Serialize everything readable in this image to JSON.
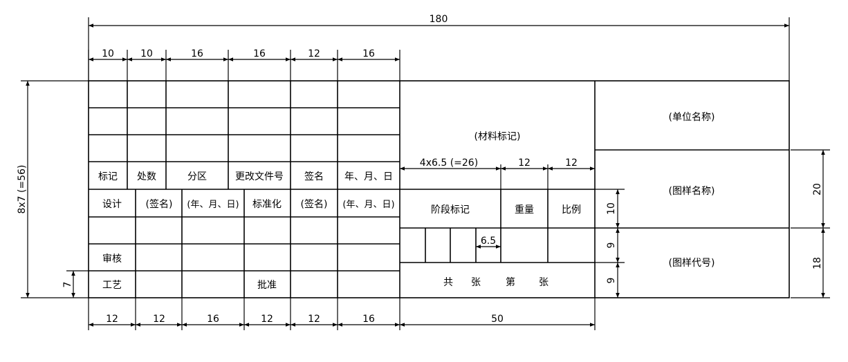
{
  "dimensions": {
    "total_width": "180",
    "top": [
      "10",
      "10",
      "16",
      "16",
      "12",
      "16"
    ],
    "bottom": [
      "12",
      "12",
      "16",
      "12",
      "12",
      "16",
      "50"
    ],
    "left_height": "8x7 (=56)",
    "left_row": "7",
    "stage_width": "4x6.5 (=26)",
    "weight_width": "12",
    "scale_width": "12",
    "stage_row": "10",
    "stage_cell": "6.5",
    "row9_a": "9",
    "row9_b": "9",
    "right_20": "20",
    "right_18": "18"
  },
  "revision_block": {
    "headers": [
      "标记",
      "处数",
      "分区",
      "更改文件号",
      "签名",
      "年、月、日"
    ]
  },
  "approval_block": {
    "design": "设计",
    "sign1": "(签名)",
    "date1": "(年、月、日)",
    "standardize": "标准化",
    "sign2": "(签名)",
    "date2": "(年、月、日)",
    "review": "审核",
    "process": "工艺",
    "approve": "批准"
  },
  "material_mark": "(材料标记)",
  "stage_mark": "阶段标记",
  "weight": "重量",
  "scale": "比例",
  "sheets": {
    "total": "共",
    "zhang1": "张",
    "number": "第",
    "zhang2": "张"
  },
  "unit_name": "(单位名称)",
  "drawing_name": "(图样名称)",
  "drawing_code": "(图样代号)"
}
